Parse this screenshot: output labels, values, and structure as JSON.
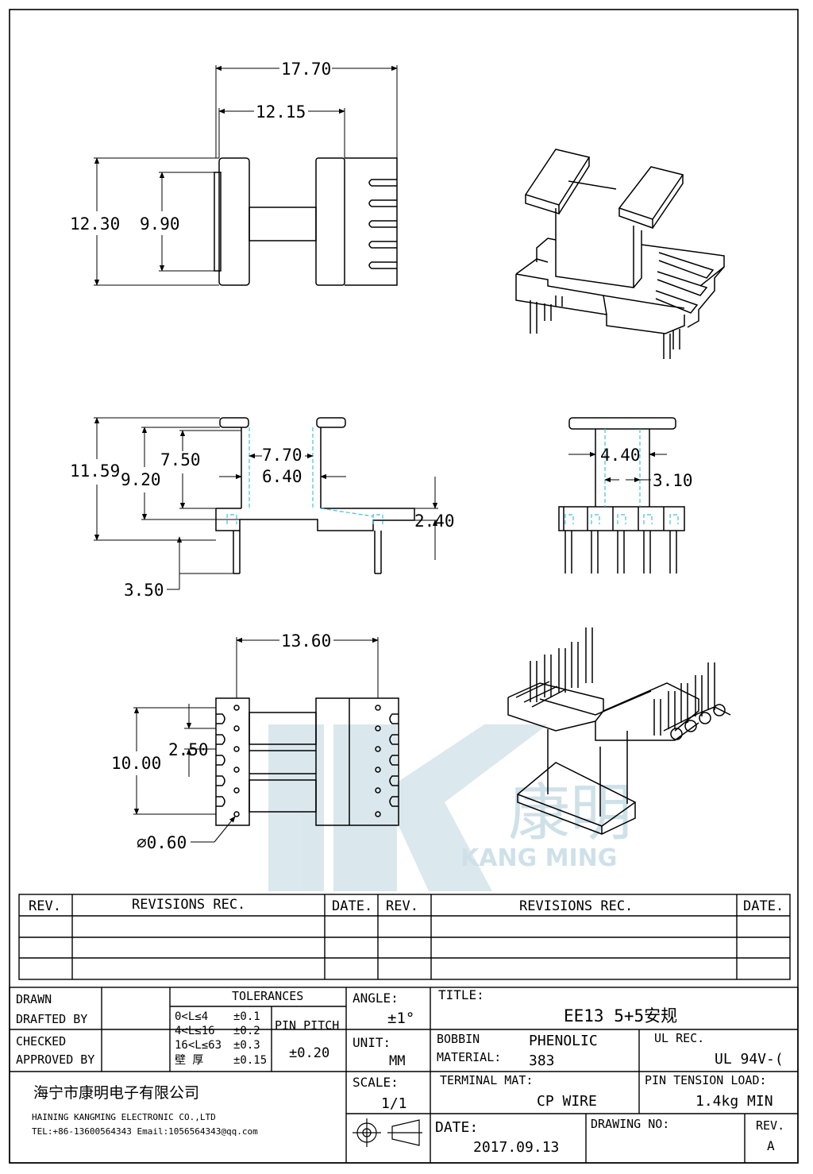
{
  "dimensions": {
    "top_width_total": "17.70",
    "top_width_inner": "12.15",
    "top_height_outer": "12.30",
    "top_height_inner": "9.90",
    "front_height_total": "11.59",
    "front_height_a": "9.20",
    "front_height_b": "7.50",
    "front_inner_w1": "7.70",
    "front_inner_w2": "6.40",
    "front_base": "2.40",
    "front_pin": "3.50",
    "side_w1": "4.40",
    "side_w2": "3.10",
    "bottom_pin_span": "13.60",
    "bottom_height": "10.00",
    "bottom_pitch": "2.50",
    "pin_diameter": "∅0.60"
  },
  "watermark": {
    "cn": "康明",
    "en": "KANG MING"
  },
  "revisions": {
    "headers": [
      "REV.",
      "REVISIONS  REC.",
      "DATE.",
      "REV.",
      "REVISIONS  REC.",
      "DATE."
    ]
  },
  "title_block": {
    "drawn": "DRAWN",
    "drafted_by": "DRAFTED BY",
    "checked": "CHECKED",
    "approved_by": "APPROVED BY",
    "tolerances_label": "TOLERANCES",
    "tol_rows": [
      {
        "range": "0<L≤4",
        "tol": "±0.1"
      },
      {
        "range": "4<L≤16",
        "tol": "±0.2"
      },
      {
        "range": "16<L≤63",
        "tol": "±0.3"
      },
      {
        "range": "壁  厚",
        "tol": "±0.15"
      }
    ],
    "pin_pitch_label": "PIN PITCH",
    "pin_pitch_value": "±0.20",
    "angle_label": "ANGLE:",
    "angle_value": "±1°",
    "unit_label": "UNIT:",
    "unit_value": "MM",
    "scale_label": "SCALE:",
    "scale_value": "1/1",
    "title_label": "TITLE:",
    "title_value": "EE13 5+5安规",
    "bobbin_material_label1": "BOBBIN",
    "bobbin_material_label2": "MATERIAL:",
    "bobbin_material_value1": "PHENOLIC",
    "bobbin_material_value2": "383",
    "ul_rec_label": "UL REC.",
    "ul_rec_value": "UL 94V-(",
    "terminal_mat_label": "TERMINAL MAT:",
    "terminal_mat_value": "CP WIRE",
    "pin_tension_label": "PIN TENSION LOAD:",
    "pin_tension_value": "1.4kg MIN",
    "company_cn": "海宁市康明电子有限公司",
    "company_en": "HAINING KANGMING ELECTRONIC CO.,LTD",
    "contact": "TEL:+86-13600564343  Email:1056564343@qq.com",
    "date_label": "DATE:",
    "date_value": "2017.09.13",
    "drawing_no_label": "DRAWING NO:",
    "rev_label": "REV.",
    "rev_value": "A"
  },
  "colors": {
    "line": "#000000",
    "hidden": "#3fc0e0",
    "watermark": "#d7e6ec"
  }
}
